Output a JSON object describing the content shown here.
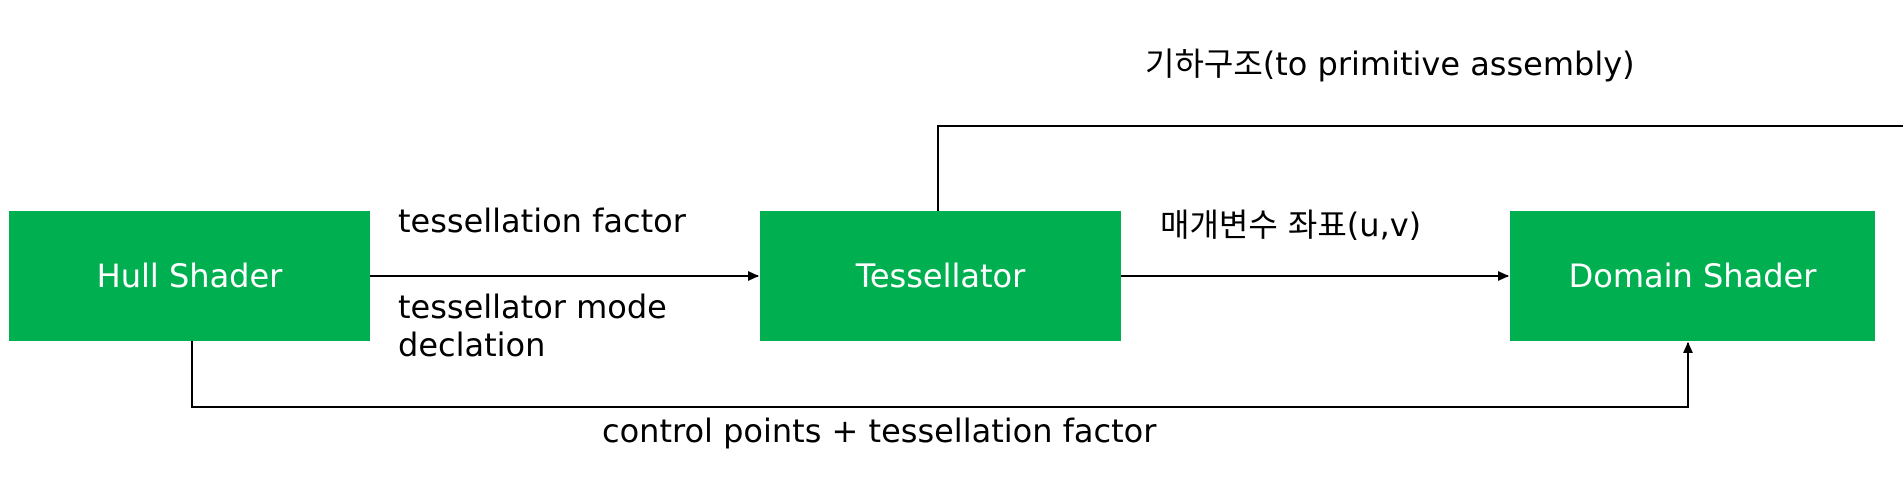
{
  "colors": {
    "box_fill": "#00b050",
    "box_text": "#ffffff",
    "line": "#000000",
    "text": "#000000"
  },
  "nodes": {
    "hull_shader": "Hull Shader",
    "tessellator": "Tessellator",
    "domain_shader": "Domain Shader"
  },
  "edges": {
    "hull_to_tess_label_1": "tessellation factor",
    "hull_to_tess_label_2_line1": "tessellator mode",
    "hull_to_tess_label_2_line2": "declation",
    "tess_to_domain_label": "매개변수 좌표(u,v)",
    "tess_to_primitive_label": "기하구조(to primitive assembly)",
    "hull_to_domain_label": "control points + tessellation factor"
  }
}
